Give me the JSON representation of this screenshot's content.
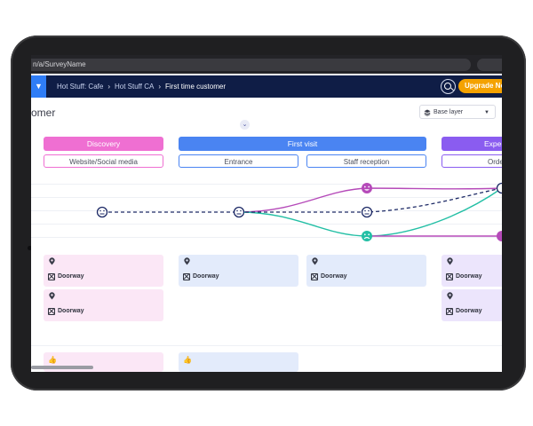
{
  "browser": {
    "url": "n/a/SurveyName"
  },
  "nav": {
    "breadcrumbs": [
      "Hot Stuff: Cafe",
      "Hot Stuff CA",
      "First time customer"
    ],
    "upgrade_label": "Upgrade Now"
  },
  "page": {
    "title": "omer"
  },
  "layer_select": {
    "selected": "Base layer"
  },
  "stages": [
    {
      "label": "Discovery",
      "color": "#ef6fd2"
    },
    {
      "label": "First visit",
      "color": "#4a84f2"
    },
    {
      "label": "Exper",
      "color": "#8a5cf0"
    }
  ],
  "steps": [
    "Website/Social media",
    "Entrance",
    "Staff reception",
    "Orde"
  ],
  "cards": {
    "location_label": "Doorway"
  },
  "colors": {
    "nav": "#0f1d46",
    "accent": "#2f7df6",
    "upgrade": "#f4a200",
    "positive": "#b54ab9",
    "negative": "#23bfa5",
    "neutral": "#1d2a66"
  }
}
